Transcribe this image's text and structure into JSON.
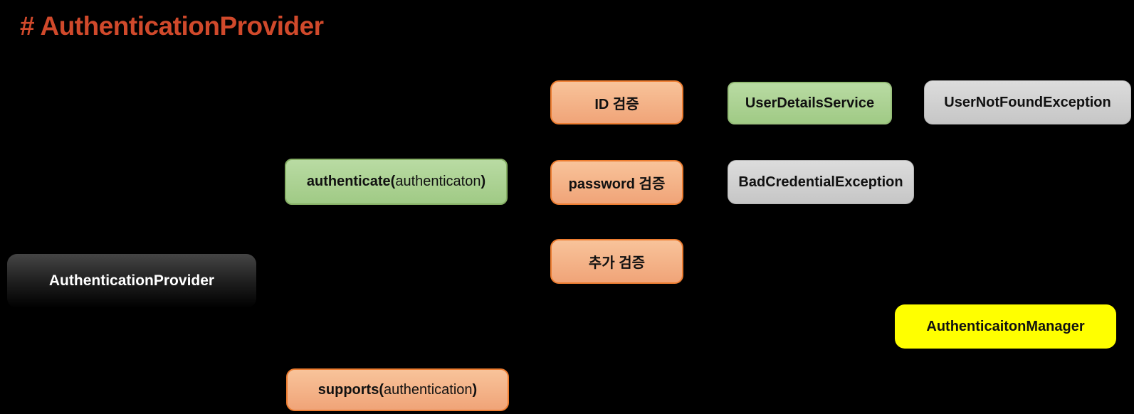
{
  "title": {
    "text": "# AuthenticationProvider"
  },
  "diagram": {
    "nodes": {
      "authentication_provider": {
        "label": "AuthenticationProvider"
      },
      "authenticate": {
        "label_bold_prefix": "authenticate(",
        "label_regular": "authenticaton",
        "label_bold_suffix": ")"
      },
      "id_check": {
        "label": "ID 검증"
      },
      "password_check": {
        "label": "password 검증"
      },
      "extra_check": {
        "label": "추가 검증"
      },
      "user_details_service": {
        "label": "UserDetailsService"
      },
      "user_not_found_exception": {
        "label": "UserNotFoundException"
      },
      "bad_credential_exception": {
        "label": "BadCredentialException"
      },
      "authentication_manager": {
        "label": "AuthenticaitonManager"
      },
      "supports": {
        "label_bold_prefix": "supports(",
        "label_regular": "authentication",
        "label_bold_suffix": ")"
      }
    },
    "colors": {
      "title_text": "#d0492b",
      "orange_fill_top": "#f8c39a",
      "orange_fill_bottom": "#f0a478",
      "orange_border": "#ed7d31",
      "green_fill_top": "#b9dba3",
      "green_fill_bottom": "#a0ca85",
      "green_border": "#86af65",
      "gray_fill_top": "#dcdcdc",
      "gray_fill_bottom": "#c6c6c6",
      "gray_border": "#b5b5b5",
      "yellow_fill": "#ffff00",
      "black_fill_top": "#454545",
      "black_fill_bottom": "#000000"
    }
  }
}
